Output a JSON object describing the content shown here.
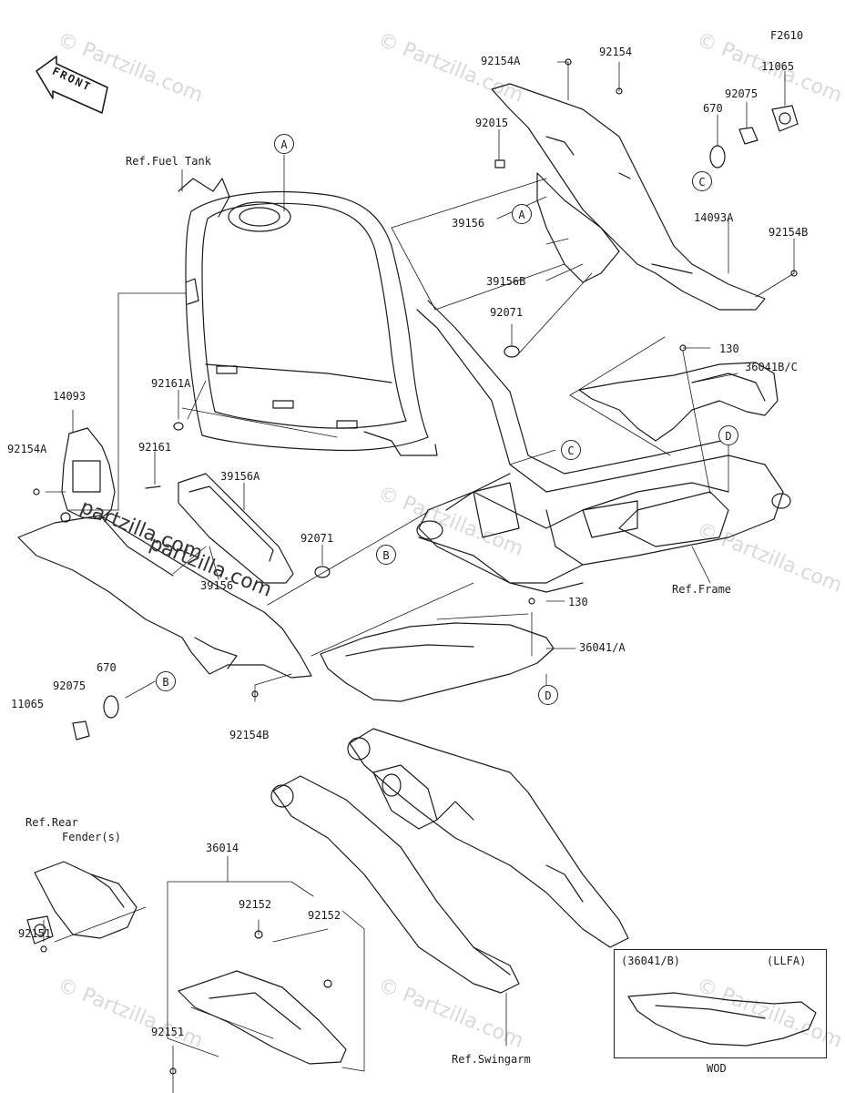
{
  "diagram": {
    "figure_code": "F2610",
    "front_label": "FRONT",
    "watermark": "© Partzilla.com",
    "inline_watermark": "partzilla.com",
    "callouts": {
      "A": "A",
      "B": "B",
      "C": "C",
      "D": "D"
    },
    "labels": {
      "ref_fuel_tank": "Ref.Fuel Tank",
      "p92154A_top": "92154A",
      "p92154_top": "92154",
      "p11065_top": "11065",
      "p92075_top": "92075",
      "p670_top": "670",
      "p92015": "92015",
      "p39156_top": "39156",
      "p39156B": "39156B",
      "p14093A": "14093A",
      "p92154B_right": "92154B",
      "p92071_top": "92071",
      "p130_top": "130",
      "p36041BC": "36041B/C",
      "p92161A": "92161A",
      "p14093": "14093",
      "p92154A_left": "92154A",
      "p92161": "92161",
      "p39156A": "39156A",
      "p92071_mid": "92071",
      "p39156_left": "39156",
      "ref_frame": "Ref.Frame",
      "p130_mid": "130",
      "p36041A": "36041/A",
      "p670_left": "670",
      "p92075_left": "92075",
      "p11065_left": "11065",
      "p92154B_left": "92154B",
      "ref_rear_fender_1": "Ref.Rear",
      "ref_rear_fender_2": "Fender(s)",
      "p36014": "36014",
      "p92152_a": "92152",
      "p92152_b": "92152",
      "p92151_left": "92151",
      "p92151_bottom": "92151",
      "ref_swingarm": "Ref.Swingarm",
      "inset_part": "(36041/B)",
      "inset_variant": "(LLFA)",
      "inset_color": "WOD"
    }
  }
}
